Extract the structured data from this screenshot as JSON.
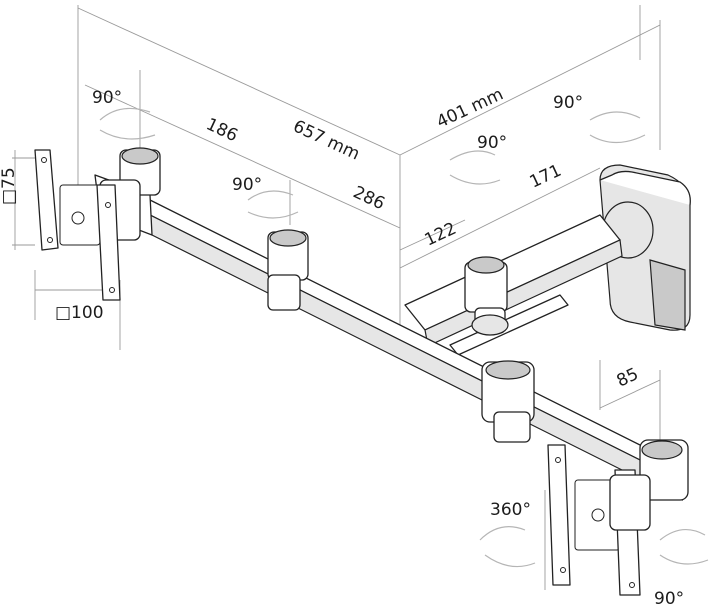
{
  "dimensions": {
    "angle_top_left": "90°",
    "angle_top_right": "90°",
    "angle_mid_left": "90°",
    "angle_mid_center": "90°",
    "angle_bottom_left": "360°",
    "angle_bottom_right": "90°",
    "len_186": "186",
    "len_657": "657 mm",
    "len_286": "286",
    "len_401": "401 mm",
    "len_171": "171",
    "len_122": "122",
    "len_85": "85",
    "vesa_75": "□75",
    "vesa_100": "□100"
  }
}
